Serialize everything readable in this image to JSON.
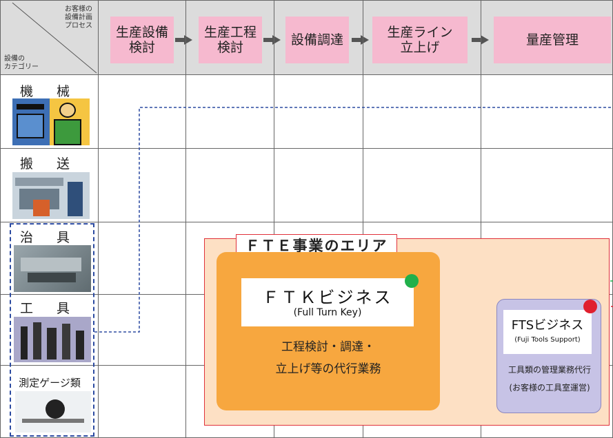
{
  "header": {
    "corner_top": "お客様の\n設備計画\nプロセス",
    "corner_bottom": "設備の\nカテゴリー",
    "steps": [
      "生産設備\n検討",
      "生産工程\n検討",
      "設備調達",
      "生産ライン\n立上げ",
      "量産管理"
    ]
  },
  "categories": [
    {
      "label": "機 械",
      "image": "machine-operator-illustration"
    },
    {
      "label": "搬 送",
      "image": "conveyor-worker-illustration"
    },
    {
      "label": "治 具",
      "image": "jig-photo"
    },
    {
      "label": "工 具",
      "image": "tools-photo"
    },
    {
      "label": "測定ゲージ類",
      "image": "measuring-gauge-photo"
    }
  ],
  "fte": {
    "title": "ＦＴＥ事業のエリア",
    "ftk": {
      "title": "ＦＴＫビジネス",
      "subtitle": "(Full Turn Key)",
      "desc": "工程検討・調達・\n立上げ等の代行業務"
    },
    "fts": {
      "title": "FTSビジネス",
      "subtitle": "(Fuji Tools Support)",
      "desc": "工具類の管理業務代行\n(お客様の工具室運営)"
    }
  },
  "colors": {
    "background": "#7cc6a6",
    "step_box": "#f6b9cf",
    "fte_area": "#fde0c4",
    "ftk_box": "#f7a73f",
    "fts_box": "#c7c3e6",
    "red_border": "#e0303a",
    "green_dot": "#21b04b",
    "red_dot": "#e01f2d",
    "blue_dash": "#2b4aa0"
  }
}
